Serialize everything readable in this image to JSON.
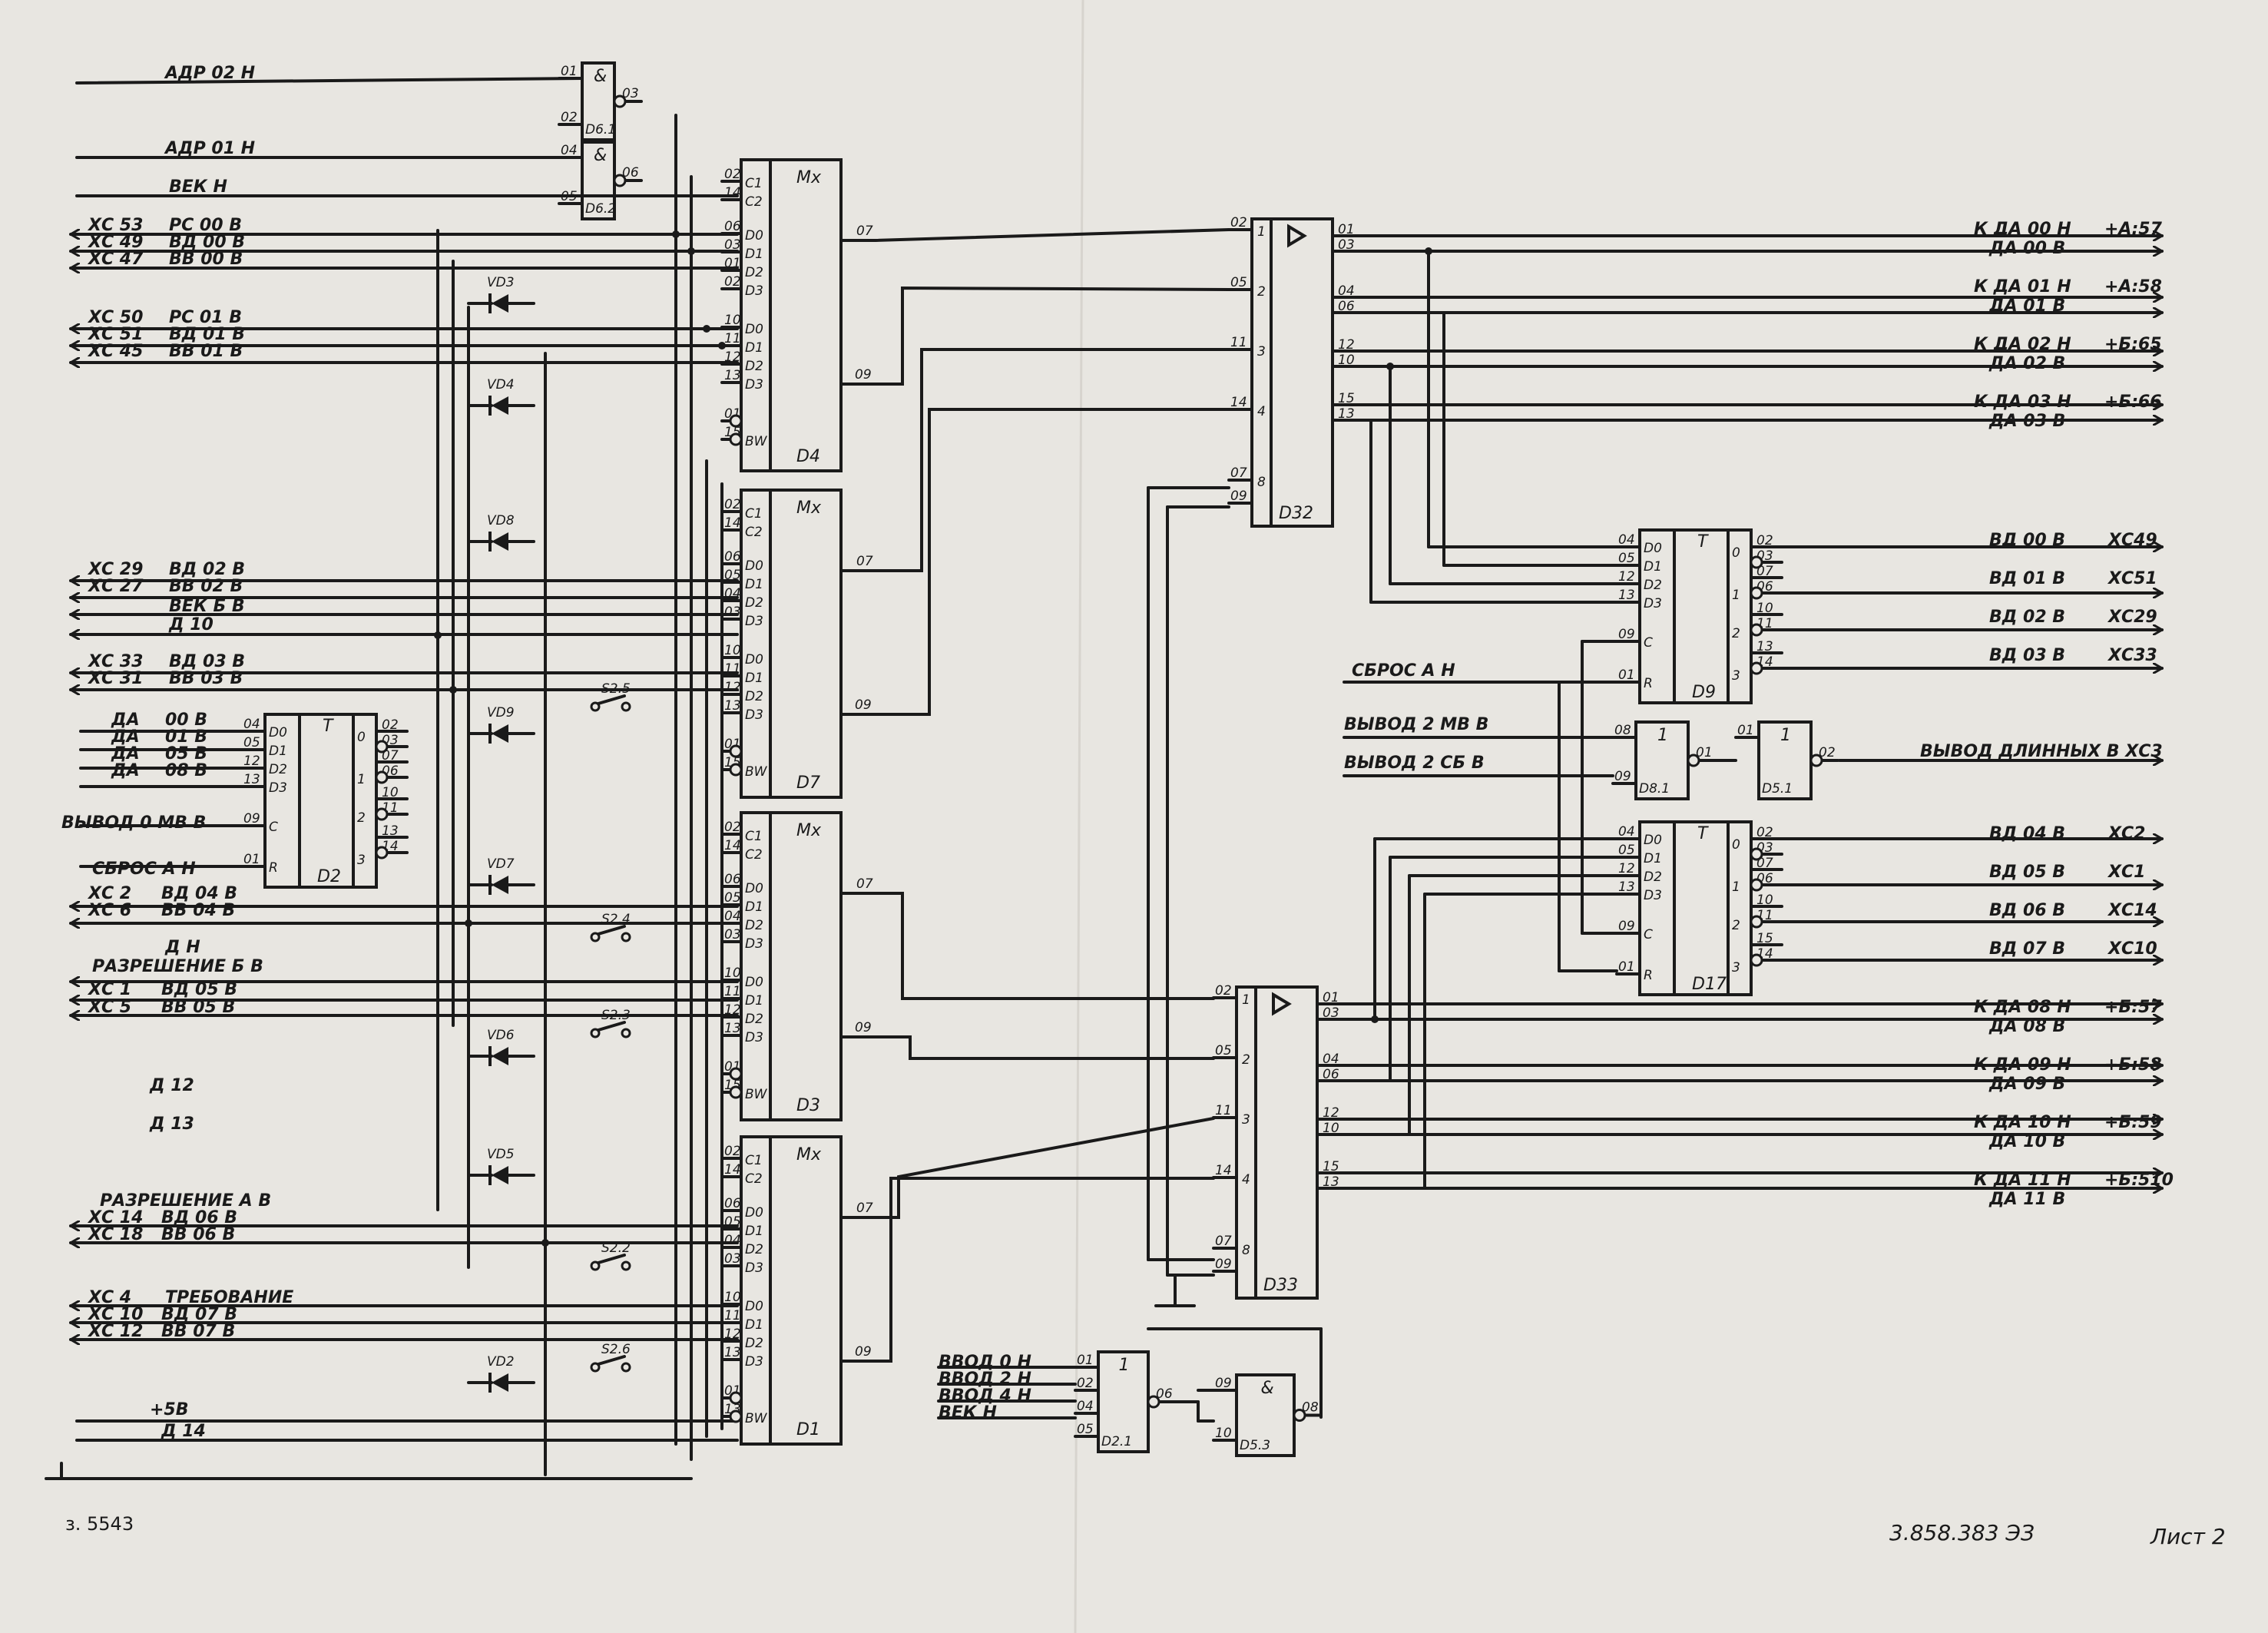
{
  "left_signals": [
    "АДР 02 Н",
    "АДР 01 Н",
    "ВЕК  Н",
    "ХС 53",
    "РС 00 В",
    "ХС 49",
    "ВД 00 В",
    "ХС 47",
    "ВВ 00 В",
    "ХС 50",
    "РС 01 В",
    "ХС 51",
    "ВД 01 В",
    "ХС 45",
    "ВВ 01 В",
    "ХС 29",
    "ВД 02 В",
    "ХС 27",
    "ВВ 02 В",
    "ВЕК Б В",
    "Д 10",
    "ХС 33",
    "ВД 03 В",
    "ХС 31",
    "ВВ 03 В",
    "ДА",
    "00 В",
    "ДА",
    "01 В",
    "ДА",
    "05 В",
    "ДА",
    "08 В",
    "ВЫВОД 0 МВ В",
    "СБРОС А Н",
    "ХС 2",
    "ВД 04 В",
    "ХС 6",
    "ВВ 04 В",
    "Д Н",
    "РАЗРЕШЕНИЕ Б В",
    "ХС 1",
    "ВД 05 В",
    "ХС 5",
    "ВВ 05 В",
    "Д 12",
    "Д 13",
    "РАЗРЕШЕНИЕ А В",
    "ХС 14",
    "ВД 06 В",
    "ХС 18",
    "ВВ 06 В",
    "ХС 4",
    "ТРЕБОВАНИЕ",
    "ХС 10",
    "ВД 07 В",
    "ХС 12",
    "ВВ 07 В",
    "+5В",
    "Д 14"
  ],
  "mid_signals": [
    "СБРОС А Н",
    "ВЫВОД 2 МВ В",
    "ВЫВОД 2 СБ В",
    "ВВОД 0 Н",
    "ВВОД 2 Н",
    "ВВОД 4 Н",
    "ВЕК   Н"
  ],
  "right_signals": [
    "К ДА 00 Н",
    "+А:57",
    "ДА 00 В",
    "К ДА 01 Н",
    "+А:58",
    "ДА 01 В",
    "К ДА 02 Н",
    "+Б:65",
    "ДА 02 В",
    "К ДА 03 Н",
    "+Б:66",
    "ДА 03 В",
    "ВД 00 В",
    "ХС49",
    "ВД 01 В",
    "ХС51",
    "ВД 02 В",
    "ХС29",
    "ВД 03 В",
    "ХС33",
    "ВЫВОД ДЛИННЫХ В ХС3",
    "ВД 04 В",
    "ХС2",
    "ВД 05 В",
    "ХС1",
    "ВД 06 В",
    "ХС14",
    "ВД 07 В",
    "ХС10",
    "К ДА 08 Н",
    "+Б:57",
    "ДА 08 В",
    "К ДА 09 Н",
    "+Б:58",
    "ДА 09 В",
    "К ДА 10 Н",
    "+Б:59",
    "ДА 10 В",
    "К ДА 11 Н",
    "+Б:510",
    "ДА 11 В"
  ],
  "chips": [
    {
      "id": "D4",
      "title": "Мх",
      "pins_l": [
        "02",
        "14",
        "06",
        "03",
        "01",
        "02",
        "10",
        "11",
        "12",
        "13",
        "01",
        "15"
      ],
      "sig_l": [
        "С1",
        "С2",
        "D0",
        "D1",
        "D2",
        "D3",
        "D0",
        "D1",
        "D2",
        "D3",
        "",
        "BW"
      ],
      "pins_r": [
        "07",
        "09"
      ]
    },
    {
      "id": "D7",
      "title": "Мх",
      "pins_l": [
        "02",
        "14",
        "06",
        "05",
        "04",
        "03",
        "10",
        "11",
        "12",
        "13",
        "01",
        "15"
      ],
      "sig_l": [
        "С1",
        "С2",
        "D0",
        "D1",
        "D2",
        "D3",
        "D0",
        "D1",
        "D2",
        "D3",
        "",
        "BW"
      ],
      "pins_r": [
        "07",
        "09"
      ]
    },
    {
      "id": "D3",
      "title": "Мх",
      "pins_l": [
        "02",
        "14",
        "06",
        "05",
        "04",
        "03",
        "10",
        "11",
        "12",
        "13",
        "01",
        "15"
      ],
      "sig_l": [
        "С1",
        "С2",
        "D0",
        "D1",
        "D2",
        "D3",
        "D0",
        "D1",
        "D2",
        "D3",
        "",
        "BW"
      ],
      "pins_r": [
        "07",
        "09"
      ]
    },
    {
      "id": "D1",
      "title": "Мх",
      "pins_l": [
        "02",
        "14",
        "06",
        "05",
        "04",
        "03",
        "10",
        "11",
        "12",
        "13",
        "01",
        "13"
      ],
      "sig_l": [
        "С1",
        "С2",
        "D0",
        "D1",
        "D2",
        "D3",
        "D0",
        "D1",
        "D2",
        "D3",
        "",
        "BW"
      ],
      "pins_r": [
        "07",
        "09"
      ]
    },
    {
      "id": "D2",
      "title": "T",
      "pins_l": [
        "04",
        "05",
        "12",
        "13",
        "09",
        "01"
      ],
      "sig_l": [
        "D0",
        "D1",
        "D2",
        "D3",
        "С",
        "R"
      ],
      "pins_r": [
        "02",
        "03",
        "07",
        "06",
        "10",
        "11",
        "13",
        "14"
      ],
      "out_r": [
        "0",
        "1",
        "2",
        "3"
      ]
    },
    {
      "id": "D9",
      "title": "T",
      "pins_l": [
        "04",
        "05",
        "12",
        "13",
        "09",
        "01"
      ],
      "sig_l": [
        "D0",
        "D1",
        "D2",
        "D3",
        "С",
        "R"
      ],
      "pins_r": [
        "02",
        "03",
        "07",
        "06",
        "10",
        "11",
        "13",
        "14"
      ],
      "out_r": [
        "0",
        "1",
        "2",
        "3"
      ]
    },
    {
      "id": "D17",
      "title": "T",
      "pins_l": [
        "04",
        "05",
        "12",
        "13",
        "09",
        "01"
      ],
      "sig_l": [
        "D0",
        "D1",
        "D2",
        "D3",
        "С",
        "R"
      ],
      "pins_r": [
        "02",
        "03",
        "07",
        "06",
        "10",
        "11",
        "15",
        "14"
      ],
      "out_r": [
        "0",
        "1",
        "2",
        "3"
      ]
    },
    {
      "id": "D32",
      "title": "▷",
      "pins_l": [
        "02",
        "05",
        "11",
        "14",
        "07",
        "09"
      ],
      "sig_l": [
        "1",
        "2",
        "3",
        "4",
        "8",
        ""
      ],
      "pins_r": [
        "01",
        "03",
        "04",
        "06",
        "12",
        "10",
        "15",
        "13"
      ]
    },
    {
      "id": "D33",
      "title": "▷",
      "pins_l": [
        "02",
        "05",
        "11",
        "14",
        "07",
        "09"
      ],
      "sig_l": [
        "1",
        "2",
        "3",
        "4",
        "8",
        ""
      ],
      "pins_r": [
        "01",
        "03",
        "04",
        "06",
        "12",
        "10",
        "15",
        "13"
      ]
    },
    {
      "id": "D6.1",
      "title": "&",
      "pins_l": [
        "01",
        "02"
      ],
      "pins_r": [
        "03"
      ]
    },
    {
      "id": "D6.2",
      "title": "&",
      "pins_l": [
        "04",
        "05"
      ],
      "pins_r": [
        "06"
      ]
    },
    {
      "id": "D8.1",
      "title": "1",
      "pins_l": [
        "08",
        "09"
      ],
      "pins_r": [
        "01"
      ]
    },
    {
      "id": "D5.1",
      "title": "1",
      "pins_l": [
        "01"
      ],
      "pins_r": [
        "02"
      ]
    },
    {
      "id": "D2.1",
      "title": "1",
      "pins_l": [
        "01",
        "02",
        "04",
        "05"
      ],
      "pins_r": [
        "06"
      ]
    },
    {
      "id": "D5.3",
      "title": "&",
      "pins_l": [
        "09",
        "10"
      ],
      "pins_r": [
        "08"
      ]
    }
  ],
  "diodes": [
    "VD3",
    "VD4",
    "VD8",
    "VD9",
    "VD7",
    "VD6",
    "VD5",
    "VD2"
  ],
  "jumpers": [
    "S2.5",
    "S2.4",
    "S2.3",
    "S2.2",
    "S2.6"
  ],
  "footer": {
    "order": "з. 5543",
    "document": "3.858.383 ЭЗ",
    "sheet": "Лист 2"
  }
}
